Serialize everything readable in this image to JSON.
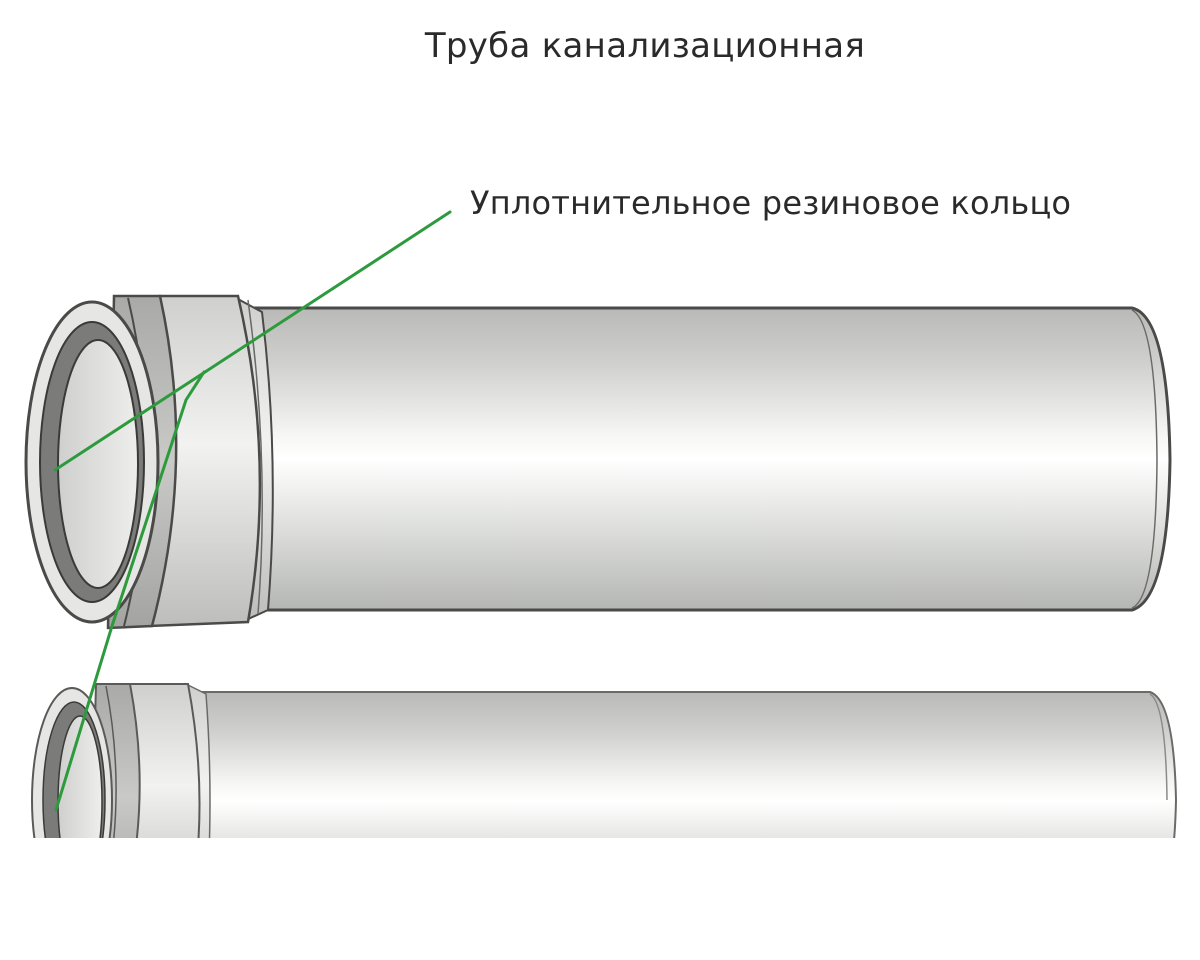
{
  "diagram": {
    "title": "Труба канализационная",
    "callout": {
      "label": "Уплотнительное резиновое кольцо",
      "line_color": "#2e9a3e",
      "targets": [
        "large-pipe-seal-ring",
        "small-pipe-seal-ring"
      ]
    },
    "pipes": [
      {
        "id": "large-pipe",
        "description": "Sewer pipe with socket and rubber seal ring (large)"
      },
      {
        "id": "small-pipe",
        "description": "Sewer pipe with socket and rubber seal ring (small, cropped)"
      }
    ],
    "colors": {
      "background": "#ffffff",
      "pipe_light": "#f4f4f2",
      "pipe_mid": "#d2d3d0",
      "pipe_dark": "#b7b8b5",
      "outline": "#4a4a48",
      "seal_ring": "#7b7c7a",
      "callout_line": "#2e9a3e"
    }
  }
}
